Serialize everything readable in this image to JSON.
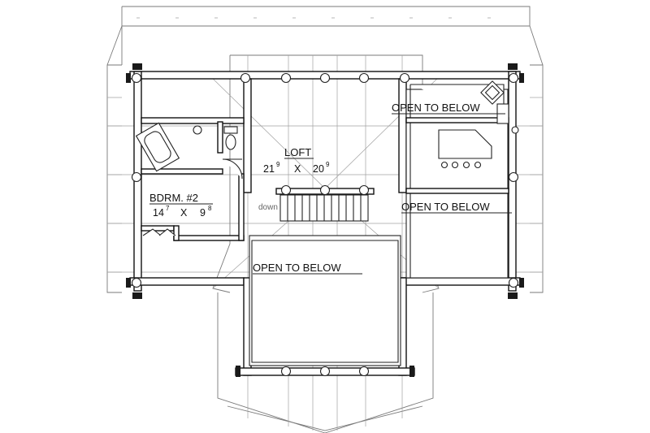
{
  "rooms": {
    "loft": {
      "name": "LOFT",
      "dim_w": "21",
      "dim_w_in": "9",
      "x": "X",
      "dim_h": "20",
      "dim_h_in": "9"
    },
    "bedroom2": {
      "name": "BDRM. #2",
      "dim_w": "14",
      "dim_w_in": "7",
      "x": "X",
      "dim_h": "9",
      "dim_h_in": "8"
    }
  },
  "open_to_below": {
    "top_right": "OPEN TO BELOW",
    "middle_right": "OPEN TO BELOW",
    "center": "OPEN TO BELOW"
  },
  "stair": {
    "label": "down"
  }
}
